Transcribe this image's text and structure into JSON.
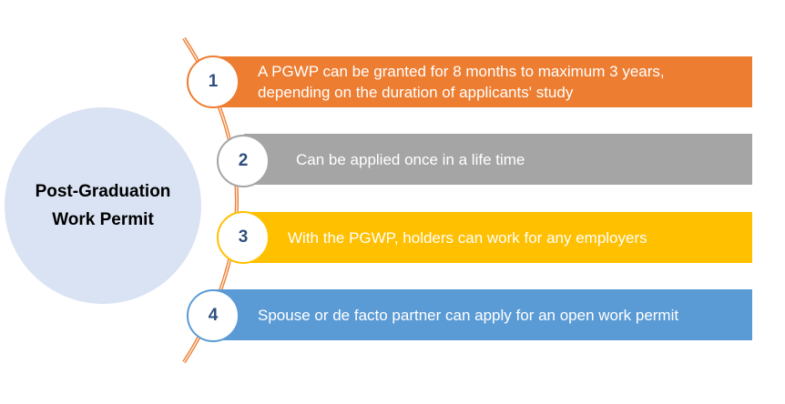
{
  "center": {
    "label": "Post-Graduation Work Permit",
    "color": "#dae3f3"
  },
  "items": [
    {
      "number": "1",
      "text": "A PGWP can be granted for 8 months to maximum 3 years, depending on the duration of applicants' study",
      "color": "#ed7d31"
    },
    {
      "number": "2",
      "text": "Can be applied once in a life time",
      "color": "#a5a5a5"
    },
    {
      "number": "3",
      "text": "With the PGWP, holders can work for any employers",
      "color": "#ffc000"
    },
    {
      "number": "4",
      "text": "Spouse or de facto partner can apply for an open work permit",
      "color": "#5b9bd5"
    }
  ],
  "colors": {
    "arc": "#ed7d31",
    "number_text": "#2f4f7f"
  }
}
